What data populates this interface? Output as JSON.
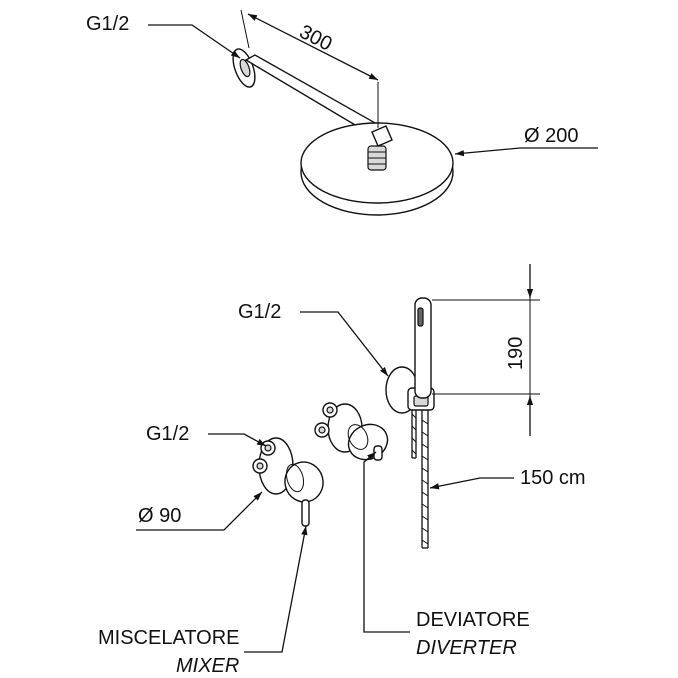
{
  "labels": {
    "arm_thread": "G1/2",
    "arm_length": "300",
    "head_diameter": "Ø 200",
    "holder_thread": "G1/2",
    "handshower_height": "190",
    "mixer_thread": "G1/2",
    "hose_length": "150 cm",
    "plate_diameter": "Ø 90",
    "diverter_it": "DEVIATORE",
    "diverter_en": "DIVERTER",
    "mixer_it": "MISCELATORE",
    "mixer_en": "MIXER"
  }
}
